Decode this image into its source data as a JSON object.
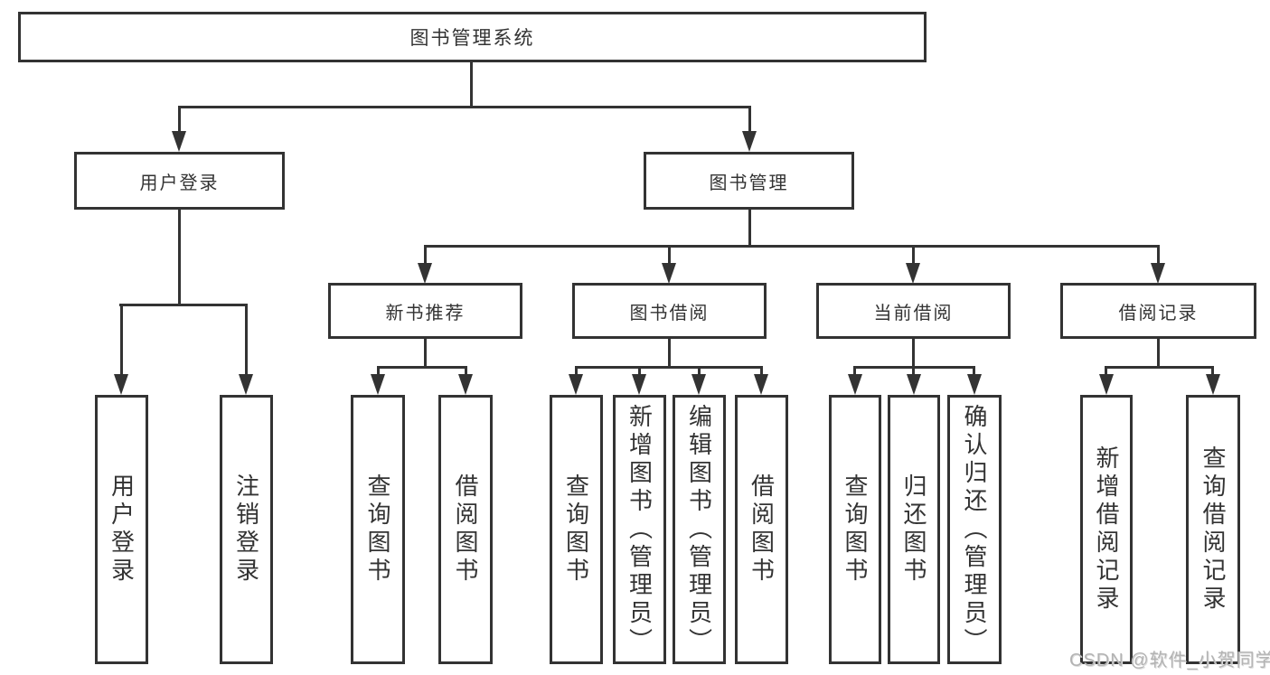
{
  "colors": {
    "line": "#333333",
    "text": "#333333",
    "background": "#ffffff",
    "watermark": "#b3b3b3"
  },
  "tree": {
    "root": "图书管理系统",
    "children": [
      {
        "label": "用户登录",
        "children": [
          {
            "label": "用户登录"
          },
          {
            "label": "注销登录"
          }
        ]
      },
      {
        "label": "图书管理",
        "children": [
          {
            "label": "新书推荐",
            "children": [
              {
                "label": "查询图书"
              },
              {
                "label": "借阅图书"
              }
            ]
          },
          {
            "label": "图书借阅",
            "children": [
              {
                "label": "查询图书"
              },
              {
                "label": "新增图书（管理员）"
              },
              {
                "label": "编辑图书（管理员）"
              },
              {
                "label": "借阅图书"
              }
            ]
          },
          {
            "label": "当前借阅",
            "children": [
              {
                "label": "查询图书"
              },
              {
                "label": "归还图书"
              },
              {
                "label": "确认归还（管理员）"
              }
            ]
          },
          {
            "label": "借阅记录",
            "children": [
              {
                "label": "新增借阅记录"
              },
              {
                "label": "查询借阅记录"
              }
            ]
          }
        ]
      }
    ]
  },
  "watermark": "CSDN @软件_小贺同学"
}
